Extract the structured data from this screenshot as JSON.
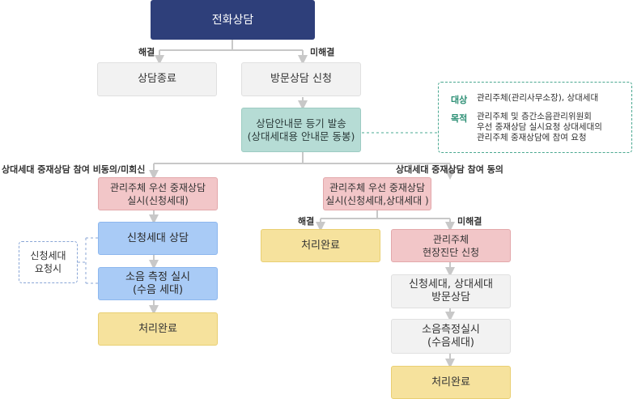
{
  "nodes": {
    "start": "전화상담",
    "end_consult": "상담종료",
    "visit_apply": "방문상담 신청",
    "mail_guide": "상담안내문 등기 발송\n(상대세대용 안내문 동봉)",
    "left_request": "관리주체 우선 중재상담\n실시(신청세대)",
    "left_consult": "신청세대 상담",
    "left_measure": "소음 측정 실시\n(수음 세대)",
    "left_done": "처리완료",
    "right_request": "관리주체 우선 중재상담\n실시(신청세대,상대세대 )",
    "right_done_a": "처리완료",
    "right_site": "관리주체\n현장진단 신청",
    "right_visit": "신청세대, 상대세대\n방문상담",
    "right_measure": "소음측정실시\n(수음세대)",
    "right_done_b": "처리완료"
  },
  "edges": {
    "resolved": "해결",
    "unresolved": "미해결",
    "left_branch": "상대세대 중재상담 참여 비동의/미회신",
    "right_branch": "상대세대 중재상담 참여 동의",
    "resolved2": "해결",
    "unresolved2": "미해결"
  },
  "info": {
    "target_key": "대상",
    "target_val": "관리주체(관리사무소장), 상대세대",
    "purpose_key": "목적",
    "purpose_val": "관리주체 및 층간소음관리위원회\n우선 중재상담 실시요청 상대세대의\n관리주체 중재상담에 참여 요청"
  },
  "side_note": "신청세대\n요청시",
  "colors": {
    "navy": "#2e3f7a",
    "teal": "#b6dcd5",
    "pink": "#f2c6c8",
    "blue": "#a9cbf6",
    "yellow": "#f6e29d",
    "grey": "#f2f2f2",
    "line": "#c8c8c8"
  }
}
